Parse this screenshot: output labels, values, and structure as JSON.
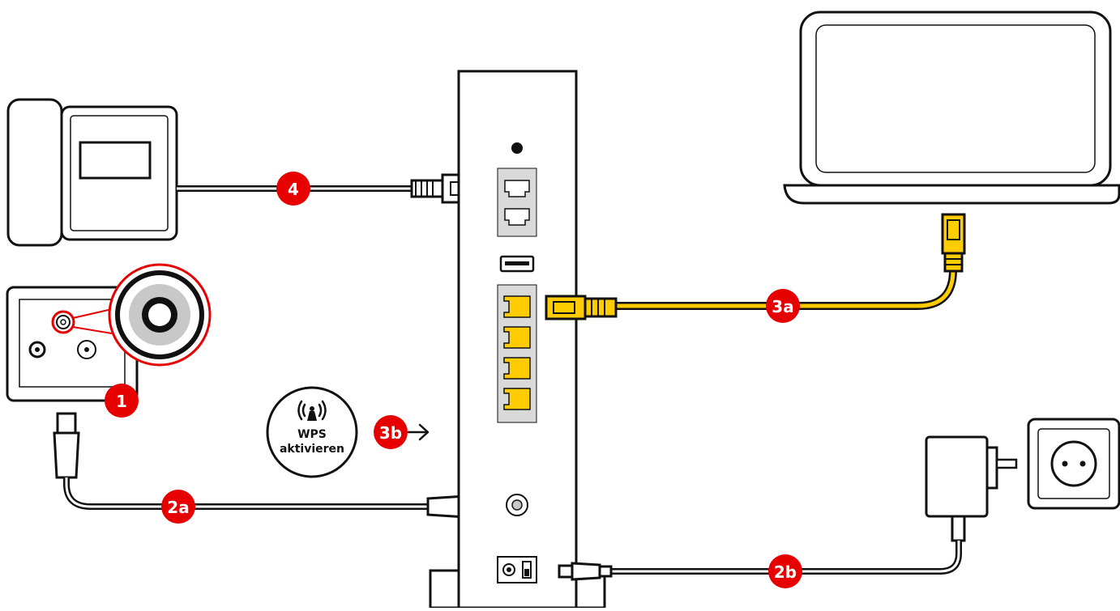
{
  "labels": {
    "step_1": "1",
    "step_2a": "2a",
    "step_2b": "2b",
    "step_3a": "3a",
    "step_3b": "3b",
    "step_4": "4",
    "wps_line1": "WPS",
    "wps_line2": "aktivieren"
  },
  "colors": {
    "accent_red": "#e60000",
    "lan_yellow": "#ffcc00",
    "outline": "#111111",
    "panel_grey": "#d9d9d9"
  },
  "icons": [
    "phone-icon",
    "coax-wall-socket-icon",
    "router-icon",
    "laptop-icon",
    "power-adapter-icon",
    "power-outlet-icon",
    "wifi-signal-icon",
    "arrow-right-icon"
  ]
}
